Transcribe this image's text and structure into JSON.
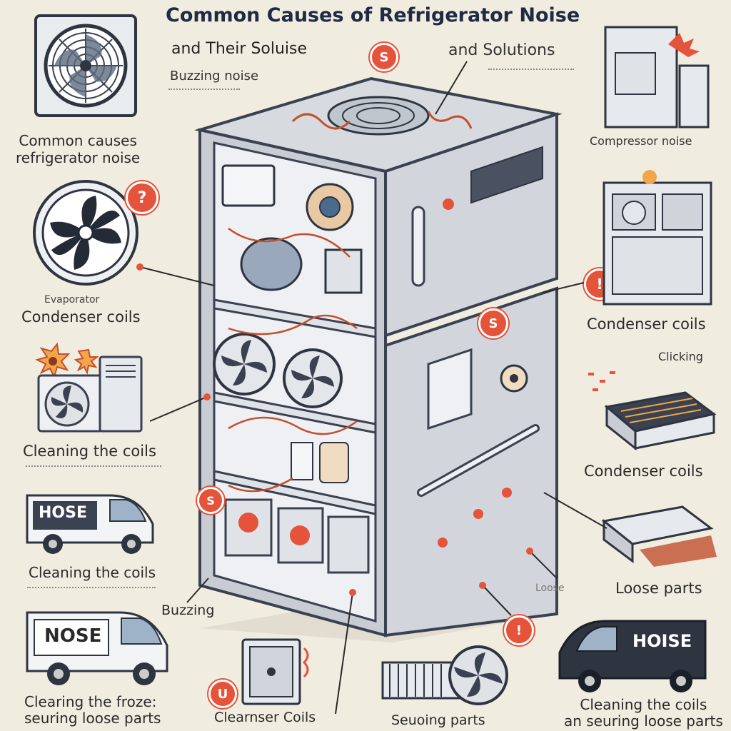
{
  "title": {
    "line1": "Common Causes of Refrigerator Noise",
    "line2": "and Their Soluise",
    "line2_right": "and Solutions"
  },
  "labels": {
    "buzzing_top": "Buzzing noise",
    "common_causes_left": "Common causes\nrefrigerator noise",
    "compressor_top_right": "Compressor noise",
    "condenser_left": "Condenser coils",
    "condenser_left_small": "Evaporator",
    "condenser_right_1": "Condenser coils",
    "clicking_right": "Clicking",
    "condenser_right_2": "Condenser coils",
    "cleaning_left_1": "Cleaning the coils",
    "cleaning_left_2": "Cleaning the coils",
    "loose_parts_right": "Loose parts",
    "loose_small": "Loose",
    "buzzing_bottom": "Buzzing",
    "bottom_left": "Clearing the froze:\nseuring loose parts",
    "bottom_mid": "Clearnser Coils",
    "bottom_mid_right": "Seuoing parts",
    "bottom_right": "Cleaning the coils\nan seuring loose parts"
  },
  "badges": {
    "b_top": "S",
    "b_left": "?",
    "b_right": "!",
    "b_mid": "S",
    "b_lower": "S",
    "b_bottom": "U",
    "b_bottom_right": "!"
  },
  "vans": {
    "left_top": "HOSE",
    "left_bottom": "NOSE",
    "right_bottom": "HOISE"
  },
  "colors": {
    "background": "#f1ece0",
    "accent": "#e4533a",
    "fridge": "#c9ccd3",
    "navy": "#1f2a44"
  }
}
